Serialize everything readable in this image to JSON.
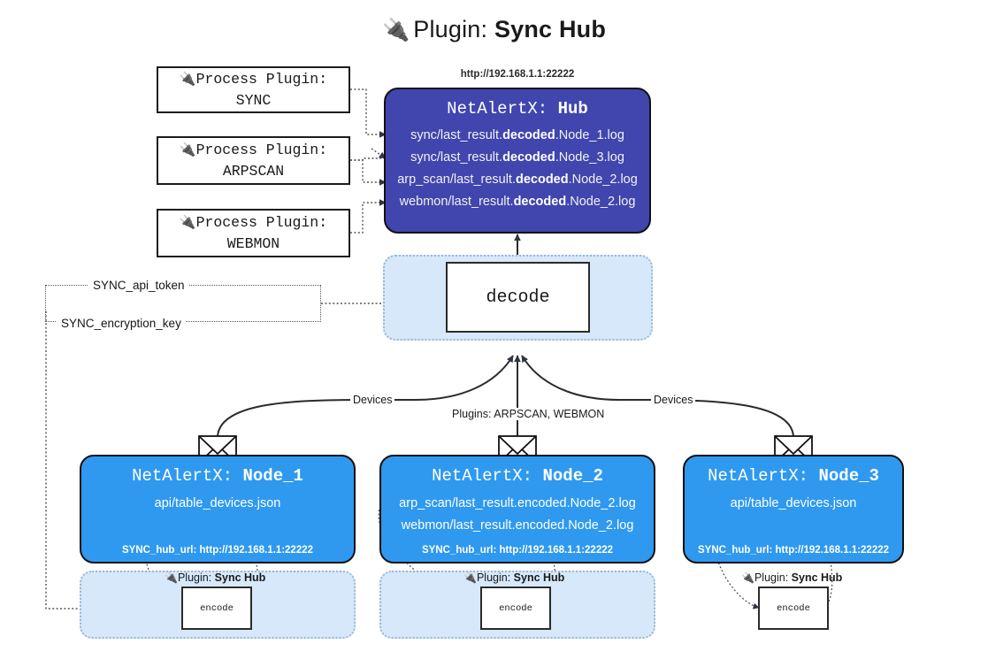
{
  "title": {
    "plug_icon": "plug-icon",
    "prefix": "Plugin:",
    "name": "Sync Hub"
  },
  "process_plugins": [
    {
      "icon": "plug-icon",
      "line1": "Process Plugin:",
      "line2": "SYNC"
    },
    {
      "icon": "plug-icon",
      "line1": "Process Plugin:",
      "line2": "ARPSCAN"
    },
    {
      "icon": "plug-icon",
      "line1": "Process Plugin:",
      "line2": "WEBMON"
    }
  ],
  "hub": {
    "url": "http://192.168.1.1:22222",
    "app": "NetAlertX:",
    "name": "Hub",
    "logs": [
      {
        "pre": "sync/last_result.",
        "bold": "decoded",
        "post": ".Node_1.log"
      },
      {
        "pre": "sync/last_result.",
        "bold": "decoded",
        "post": ".Node_3.log"
      },
      {
        "pre": "arp_scan/last_result.",
        "bold": "decoded",
        "post": ".Node_2.log"
      },
      {
        "pre": "webmon/last_result.",
        "bold": "decoded",
        "post": ".Node_2.log"
      }
    ]
  },
  "decode_zone": {
    "op_label": "decode"
  },
  "tokens": {
    "api_token": "SYNC_api_token",
    "encryption_key": "SYNC_encryption_key"
  },
  "edge_labels": {
    "devices_left": "Devices",
    "devices_right": "Devices",
    "plugins_center": "Plugins: ARPSCAN, WEBMON"
  },
  "nodes": [
    {
      "app": "NetAlertX:",
      "name": "Node_1",
      "mail_icon": "envelope-icon",
      "files": [
        "api/table_devices.json"
      ],
      "hub_url": "SYNC_hub_url: http://192.168.1.1:22222",
      "plugin_caption": {
        "prefix": "Plugin:",
        "name": "Sync Hub",
        "icon": "plug-icon"
      },
      "op_label": "encode"
    },
    {
      "app": "NetAlertX:",
      "name": "Node_2",
      "mail_icon": "envelope-icon",
      "files": [
        "arp_scan/last_result.encoded.Node_2.log",
        "webmon/last_result.encoded.Node_2.log"
      ],
      "hub_url": "SYNC_hub_url: http://192.168.1.1:22222",
      "plugin_caption": {
        "prefix": "Plugin:",
        "name": "Sync Hub",
        "icon": "plug-icon"
      },
      "op_label": "encode"
    },
    {
      "app": "NetAlertX:",
      "name": "Node_3",
      "mail_icon": "envelope-icon",
      "files": [
        "api/table_devices.json"
      ],
      "hub_url": "SYNC_hub_url: http://192.168.1.1:22222",
      "plugin_caption": {
        "prefix": "Plugin:",
        "name": "Sync Hub",
        "icon": "plug-icon"
      },
      "op_label": "encode"
    }
  ],
  "colors": {
    "hub": "#4046ae",
    "node": "#2f99f0",
    "zone": "#d6e8fa",
    "zone_border": "#9ab8d4",
    "stroke": "#2b2b2b",
    "background": "#ffffff"
  }
}
